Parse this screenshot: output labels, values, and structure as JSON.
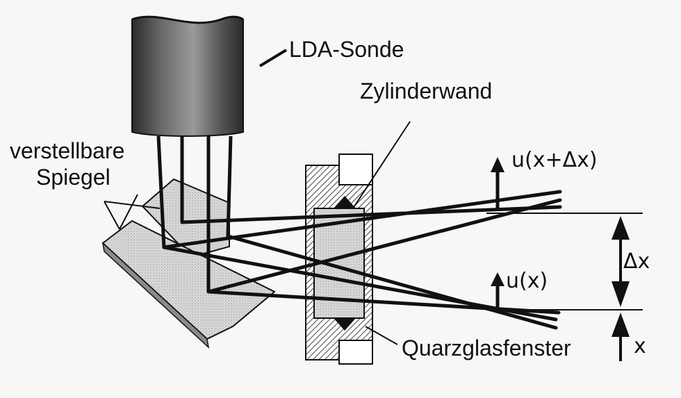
{
  "labels": {
    "probe": "LDA-Sonde",
    "cylinder_wall": "Zylinderwand",
    "mirrors_line1": "verstellbare",
    "mirrors_line2": "Spiegel",
    "velocity_upper": "u(x+Δx)",
    "velocity_lower": "u(x)",
    "delta_x": "Δx",
    "x": "x",
    "window": "Quarzglasfenster"
  }
}
